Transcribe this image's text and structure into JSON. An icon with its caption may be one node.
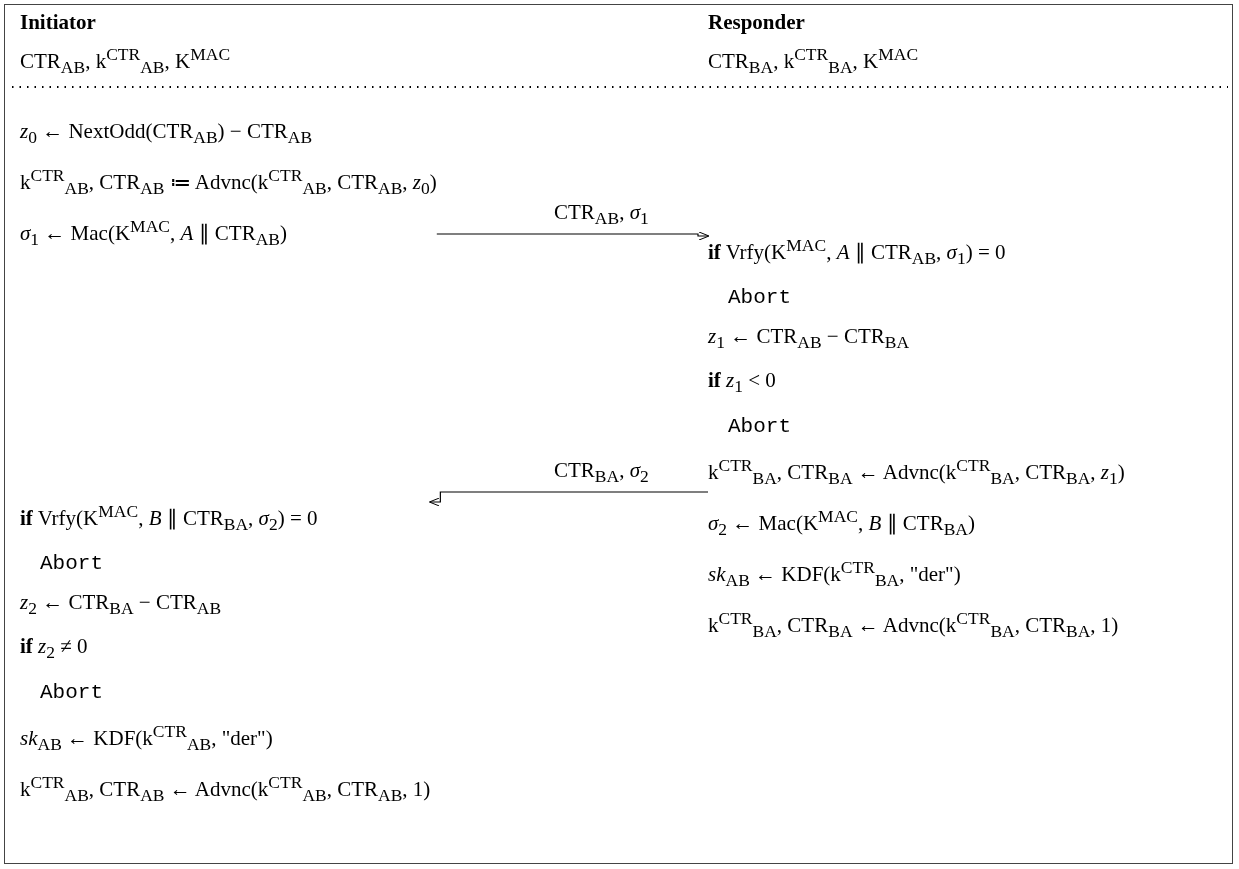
{
  "diagram": {
    "nodes": [
      {
        "text": [
          "*z*$_{0}$ ← NextOdd(CTR$_{AB}$) − CTR$_{AB}$",
          "k$^{CTR}$$_{AB}$, CTR$_{AB}$ ≔ Advnc(k$^{CTR}$$_{AB}$, CTR$_{AB}$, *z*$_{0}$)",
          "*σ*$_{1}$ ← Mac(K$^{MAC}$, *A* ∥ CTR$_{AB}$)"
        ]
      },
      {
        "text": [
          "**if** Vrfy(K$^{MAC}$, *A* ∥ CTR$_{AB}$, *σ*$_{1}$) = 0",
          "Abort",
          "*z*$_{1}$ ← CTR$_{AB}$ − CTR$_{BA}$",
          "**if** *z*$_{1}$ < 0",
          "Abort",
          "k$^{CTR}$$_{BA}$, CTR$_{BA}$ ← Advnc(k$^{CTR}$$_{BA}$, CTR$_{BA}$, *z*$_{1}$)",
          "*σ*$_{2}$ ← Mac(K$^{MAC}$, *B* ∥ CTR$_{BA}$)",
          "*sk*$_{AB}$ ← KDF(k$^{CTR}$$_{BA}$, \"der\")",
          "k$^{CTR}$$_{BA}$, CTR$_{BA}$ ← Advnc(k$^{CTR}$$_{BA}$, CTR$_{BA}$, 1)"
        ]
      },
      {
        "text": [
          "**if** Vrfy(K$^{MAC}$, *B* ∥ CTR$_{BA}$, *σ*$_{2}$) = 0",
          "Abort",
          "*z*$_{2}$ ← CTR$_{BA}$ − CTR$_{AB}$",
          "**if** *z*$_{2}$ ≠ 0",
          "Abort",
          "*sk*$_{AB}$ ← KDF(k$^{CTR}$$_{AB}$, \"der\")",
          "k$^{CTR}$$_{AB}$, CTR$_{AB}$ ← Advnc(k$^{CTR}$$_{AB}$, CTR$_{AB}$, 1)"
        ]
      }
    ],
    "edges": [
      {
        "from": 0,
        "to": 1,
        "arrow": "to",
        "label": "CTR$_{AB}$, *σ*$_{1}$"
      },
      {
        "from": 1,
        "to": 2,
        "arrow": "to",
        "label": "CTR$_{BA}$, *σ*$_{2}$"
      }
    ],
    "labels": [
      "Initiator",
      "Responder",
      "CTR$_{AB}$, k$^{CTR}$$_{AB}$, K$^{MAC}$",
      "CTR$_{BA}$, k$^{CTR}$$_{BA}$, K$^{MAC}$"
    ]
  }
}
